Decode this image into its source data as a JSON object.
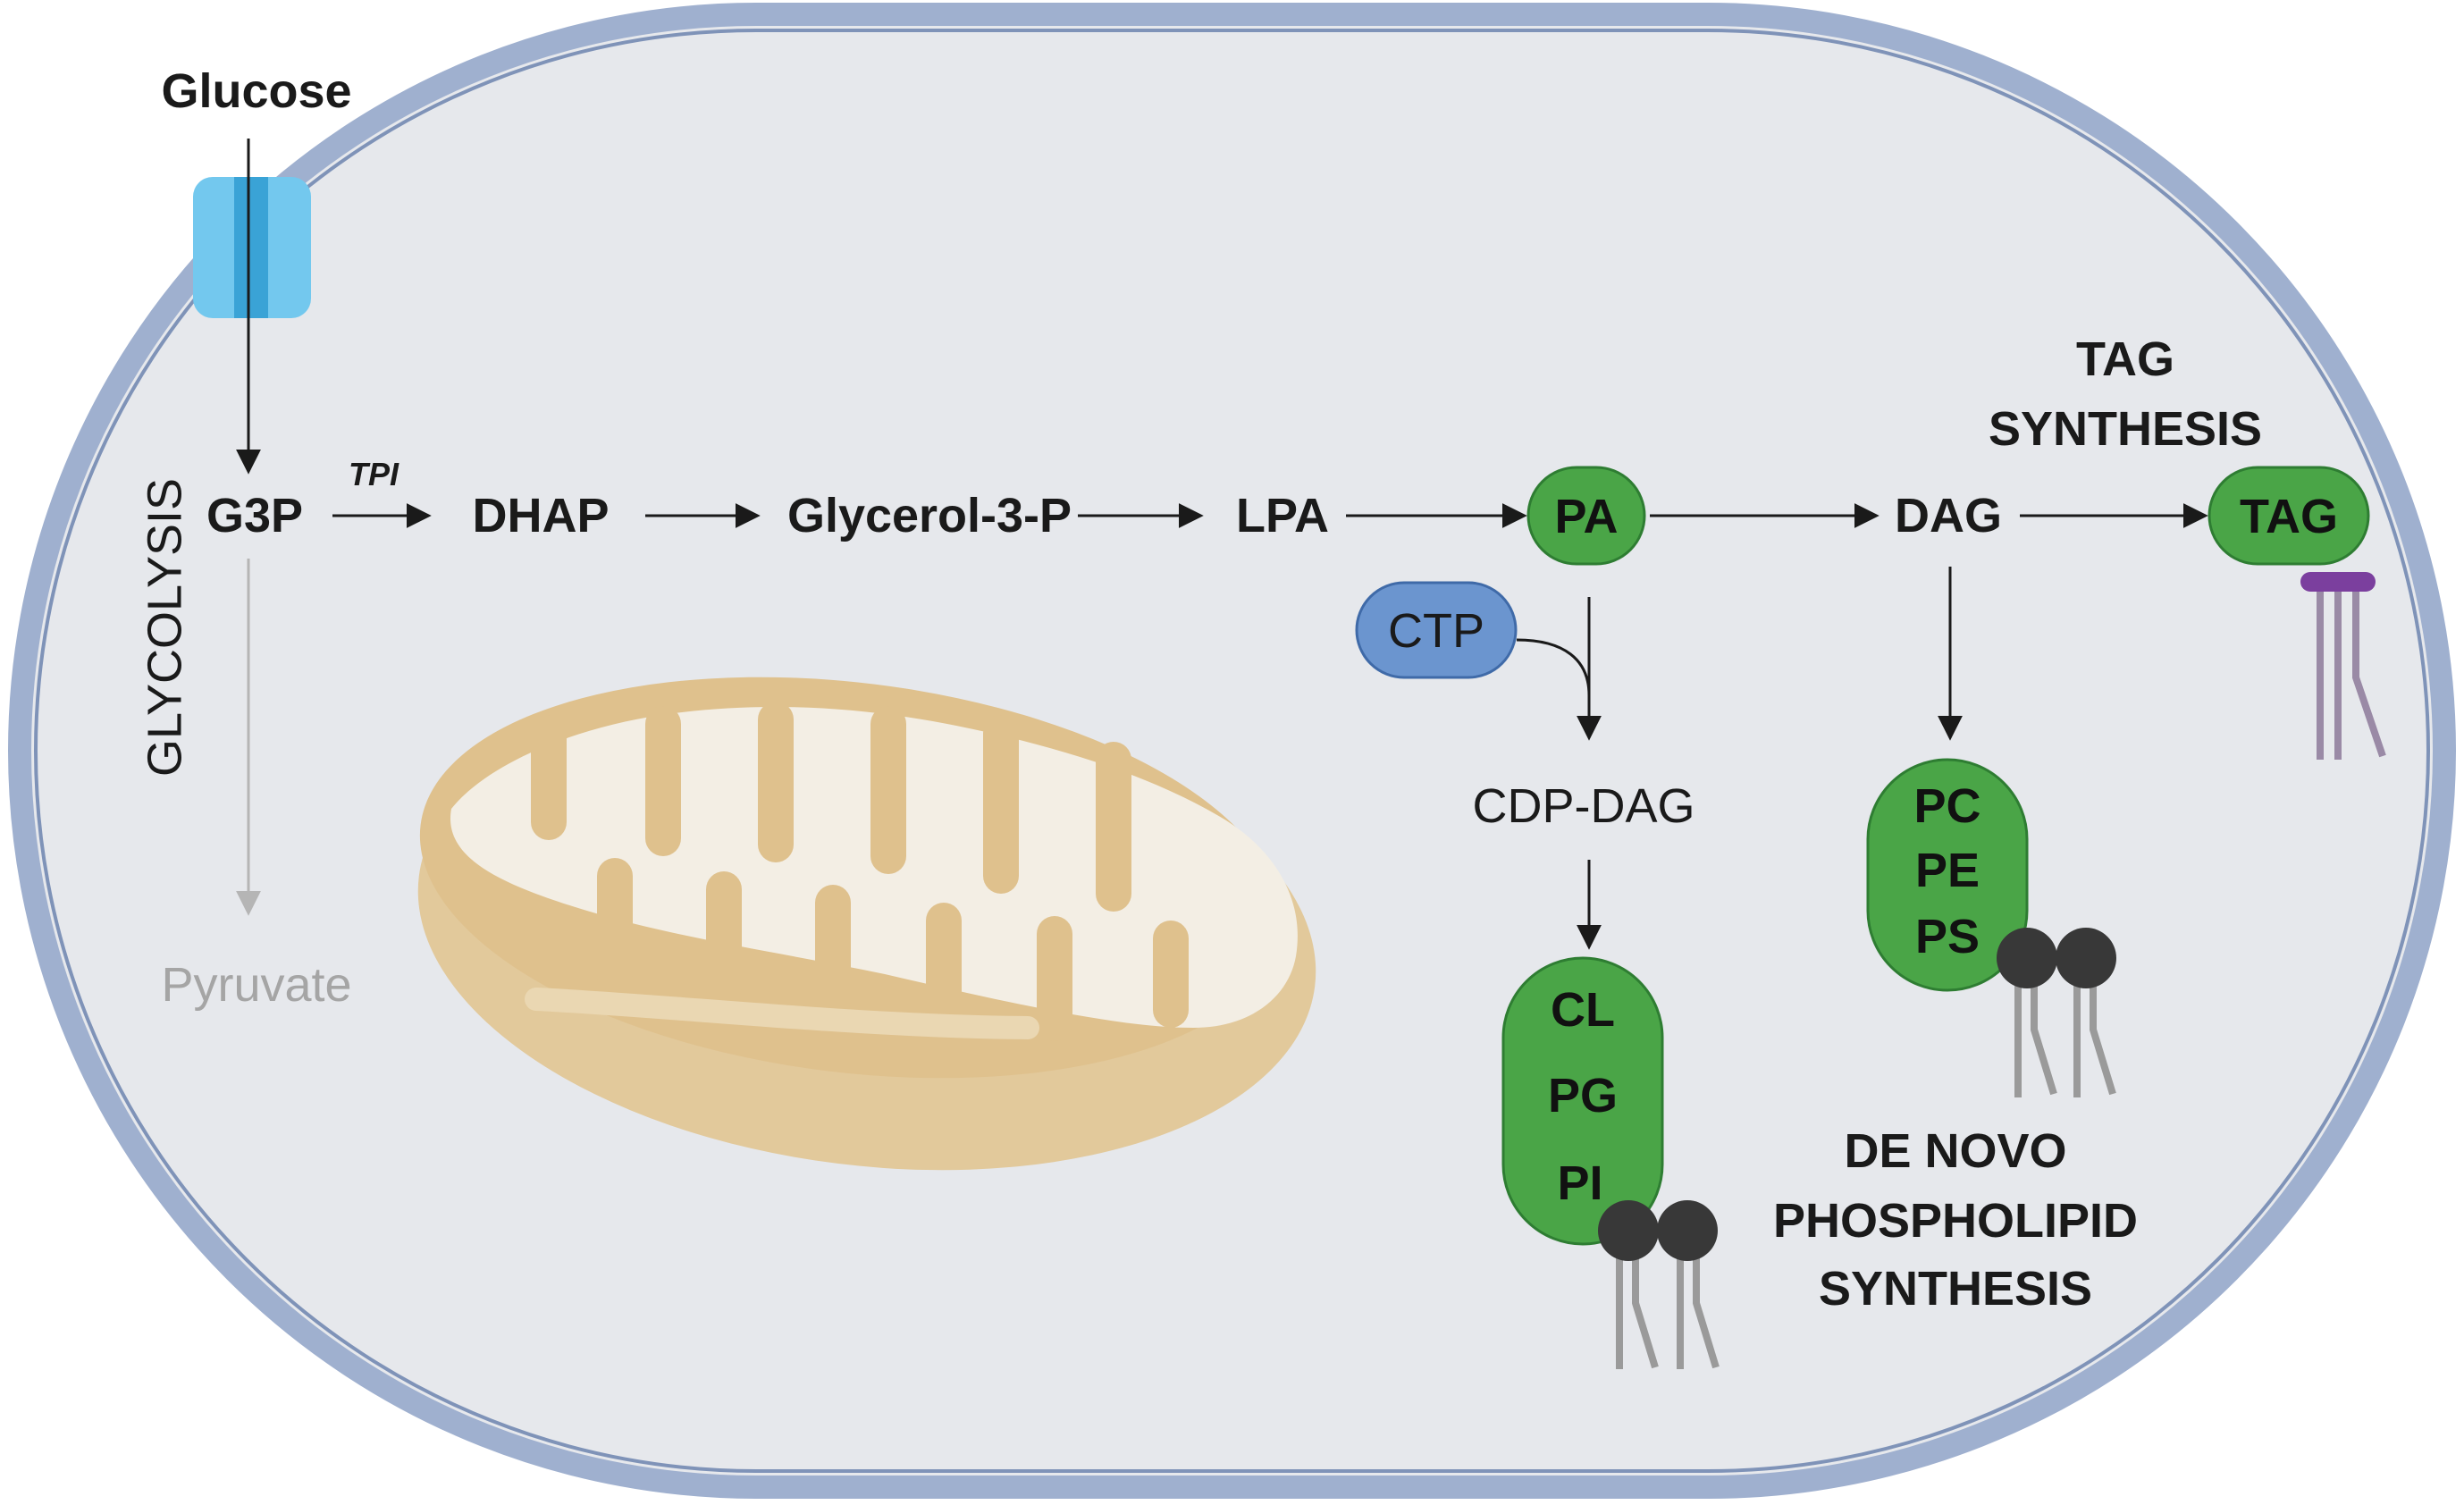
{
  "diagram": {
    "inputs": {
      "glucose": "Glucose"
    },
    "side_label": "GLYCOLYSIS",
    "pathway": {
      "g3p": "G3P",
      "enzyme": "TPI",
      "dhap": "DHAP",
      "glycerol3p": "Glycerol-3-P",
      "lpa": "LPA",
      "pa": "PA",
      "dag": "DAG",
      "tag": "TAG"
    },
    "glycolysis_product": "Pyruvate",
    "cofactor": "CTP",
    "intermediate": "CDP-DAG",
    "phospholipids_a": [
      "CL",
      "PG",
      "PI"
    ],
    "phospholipids_b": [
      "PC",
      "PE",
      "PS"
    ],
    "headings": {
      "tag_synthesis": [
        "TAG",
        "SYNTHESIS"
      ],
      "de_novo": [
        "DE NOVO",
        "PHOSPHOLIPID",
        "SYNTHESIS"
      ]
    },
    "colors": {
      "membrane": "#9fb0cf",
      "cytoplasm": "#e6e8ec",
      "green_box": "#4aa547",
      "green_border": "#2e7d32",
      "ctp_blue": "#6b95cf",
      "transporter": "#6ec6ec",
      "mitochondrion_outer": "#e2c99b",
      "mitochondrion_inner": "#f3eee4",
      "lipid_head": "#383838",
      "lipid_tail": "#9a9a9a",
      "tag_tails": "#9a8aa6",
      "tag_bar": "#7b3f9e"
    }
  }
}
